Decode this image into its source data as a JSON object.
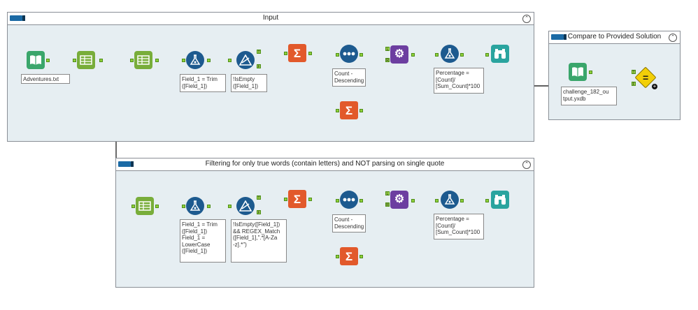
{
  "containers": {
    "input": {
      "title": "Input",
      "collapse": "⌃"
    },
    "filter": {
      "title": "Filtering for only true words (contain letters) and NOT parsing on single quote",
      "collapse": "⌃"
    },
    "compare": {
      "title": "Compare to Provided Solution",
      "collapse": "⌃"
    }
  },
  "annotations": {
    "input_file": "Adventures.txt",
    "formula1": "Field_1 = Trim\n([Field_1])",
    "filter1": "!IsEmpty\n([Field_1])",
    "sort1": "Count -\nDescending",
    "pct1": "Percentage =\n[Count]/\n[Sum_Count]*100",
    "compare_file": "challenge_182_ou\ntput.yxdb",
    "formula2": "Field_1 = Trim\n([Field_1])\nField_1 =\nLowerCase\n([Field_1])",
    "filter2": "!IsEmpty([Field_1])\n&& REGEX_Match\n([Field_1],\".*[A-Za\n-z].*\")",
    "sort2": "Count -\nDescending",
    "pct2": "Percentage =\n[Count]/\n[Sum_Count]*100"
  },
  "anchor_labels": {
    "true": "T",
    "false": "F",
    "left": "L",
    "right": "R"
  },
  "colors": {
    "container_bg": "#e6eef2",
    "wire": "#2c2c2c",
    "anchor": "#8fcf3a",
    "input_tool": "#3aa66b",
    "text_tool": "#78ad3a",
    "prep_tool": "#1d5a8f",
    "summarize_tool": "#e2592b",
    "macro_tool": "#6c3ea0",
    "browse_tool": "#2aa49f",
    "compare_tool": "#f2cf08"
  }
}
